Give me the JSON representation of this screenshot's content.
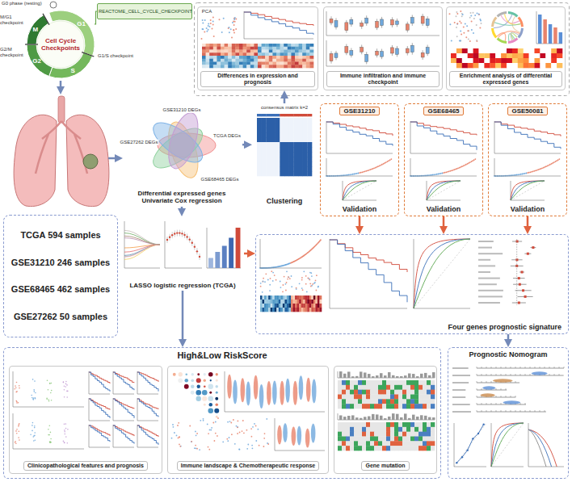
{
  "diagram": {
    "nodes": [
      {
        "text": [
          "Cell Cycle Checkpoints"
        ]
      },
      {
        "text": [
          "REACTOME_CELL_CYCLE_CHECKPOINT"
        ]
      },
      {
        "text": [
          "Differences in expression and prognosis"
        ]
      },
      {
        "text": [
          "Immune infiltration and immune checkpoint"
        ]
      },
      {
        "text": [
          "Enrichment analysis of differential expressed genes"
        ]
      },
      {
        "text": [
          "TCGA 594 samples",
          "GSE31210 246 samples",
          "GSE68465 462 samples",
          "GSE27262 50 samples"
        ]
      },
      {
        "text": [
          "Differential expressed genes",
          "Univariate Cox regression"
        ]
      },
      {
        "text": [
          "consensus matrix k=2",
          "Clustering"
        ]
      },
      {
        "text": [
          "GSE31210",
          "Validation"
        ]
      },
      {
        "text": [
          "GSE68465",
          "Validation"
        ]
      },
      {
        "text": [
          "GSE50081",
          "Validation"
        ]
      },
      {
        "text": [
          "LASSO logistic regression (TCGA)"
        ]
      },
      {
        "text": [
          "Four genes prognostic signature"
        ]
      },
      {
        "text": [
          "High&Low RiskScore"
        ]
      },
      {
        "text": [
          "Clinicopathological features and prognosis"
        ],
        "in": 13
      },
      {
        "text": [
          "Immune landscape & Chemotherapeutic response"
        ],
        "in": 13
      },
      {
        "text": [
          "Gene mutation"
        ],
        "in": 13
      },
      {
        "text": [
          "Prognostic Nomogram"
        ]
      }
    ],
    "edges": [
      {
        "from": 0,
        "to": 1,
        "arrow": "none"
      },
      {
        "from": 6,
        "to": 7,
        "arrow": "to"
      },
      {
        "from": 7,
        "to": 2,
        "arrow": "to"
      },
      {
        "from": 6,
        "to": 11,
        "arrow": "to"
      },
      {
        "from": 11,
        "to": 12,
        "arrow": "to"
      },
      {
        "from": 8,
        "to": 12,
        "arrow": "to"
      },
      {
        "from": 9,
        "to": 12,
        "arrow": "to"
      },
      {
        "from": 10,
        "to": 12,
        "arrow": "to"
      },
      {
        "from": 11,
        "to": 13,
        "arrow": "to"
      },
      {
        "from": 12,
        "to": 17,
        "arrow": "to"
      }
    ],
    "labels": [
      "G1",
      "S",
      "G2",
      "M",
      "G0 phase (resting)",
      "M/G1 checkpoint",
      "G1/S checkpoint",
      "G2/M checkpoint",
      "GSE31210 DEGs",
      "TCGA DEGs",
      "GSE68465 DEGs",
      "GSE27262 DEGs",
      "PCA"
    ]
  }
}
